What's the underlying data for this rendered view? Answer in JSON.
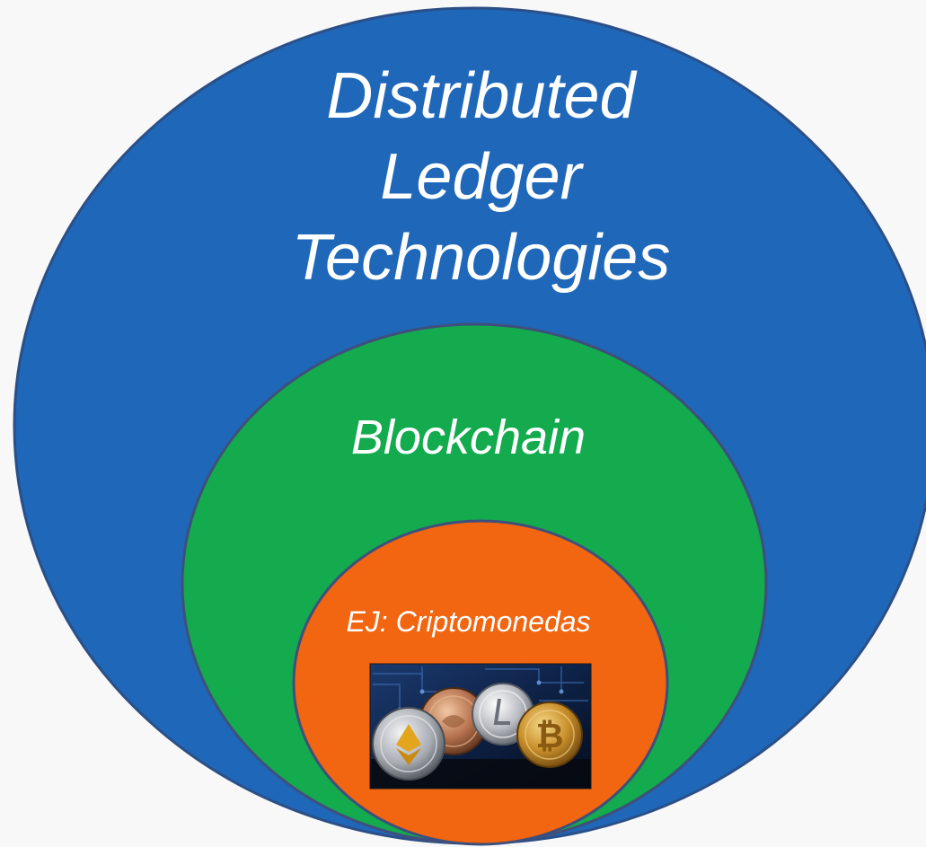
{
  "diagram": {
    "outer": {
      "title_line1": "Distributed",
      "title_line2": "Ledger",
      "title_line3": "Technologies",
      "color": "#1f67b8"
    },
    "middle": {
      "title": "Blockchain",
      "color": "#13ab4e"
    },
    "inner": {
      "title": "EJ: Criptomonedas",
      "color": "#f26511"
    },
    "image": {
      "icon": "crypto-coins-photo"
    }
  }
}
